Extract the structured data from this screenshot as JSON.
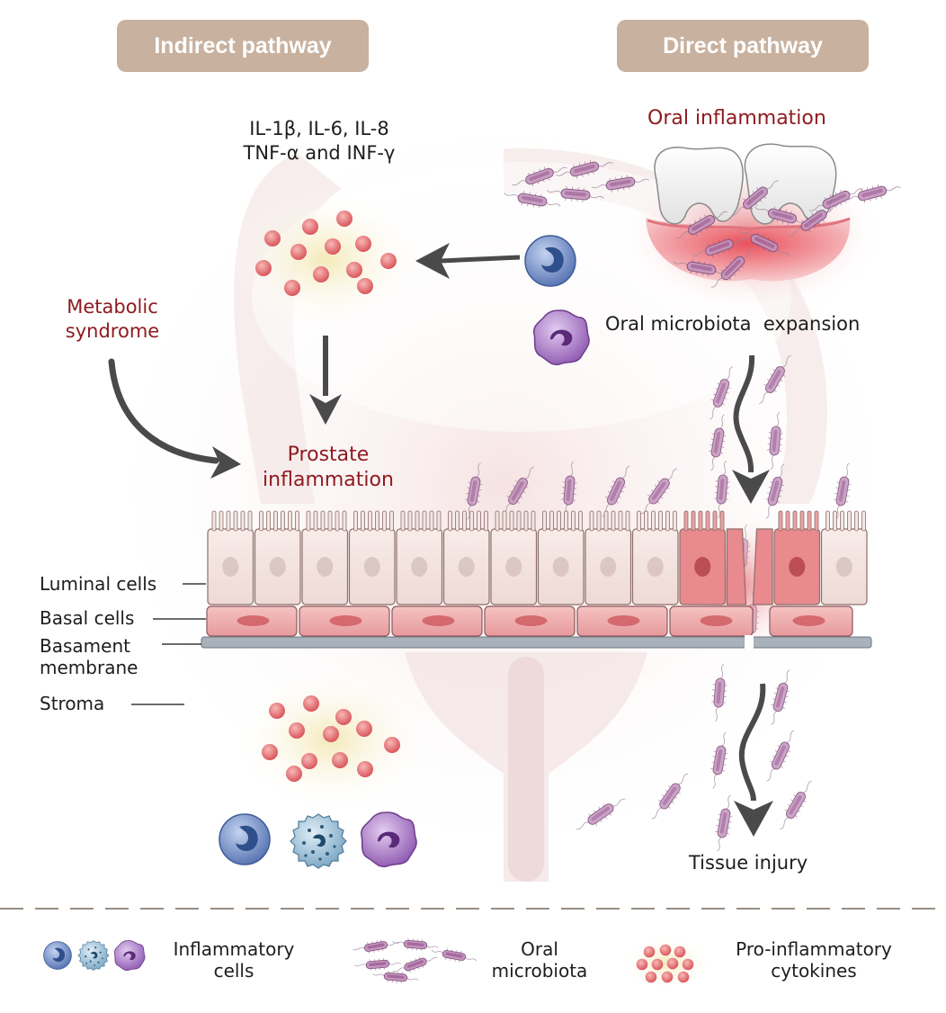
{
  "header": {
    "indirect_label": "Indirect pathway",
    "direct_label": "Direct pathway"
  },
  "indirect": {
    "cytokines_line1": "IL-1β, IL-6, IL-8",
    "cytokines_line2": "TNF-α and INF-γ",
    "metabolic_line1": "Metabolic",
    "metabolic_line2": "syndrome",
    "prostate_line1": "Prostate",
    "prostate_line2": "inflammation"
  },
  "direct": {
    "oral_inflammation": "Oral  inflammation",
    "microbiota_expansion": "Oral microbiota  expansion",
    "tissue_injury": "Tissue injury"
  },
  "tissue_labels": {
    "luminal": "Luminal cells",
    "basal": "Basal cells",
    "membrane_line1": "Basament",
    "membrane_line2": "membrane",
    "stroma": "Stroma"
  },
  "legend": {
    "inflammatory_line1": "Inflammatory",
    "inflammatory_line2": "cells",
    "microbiota_line1": "Oral",
    "microbiota_line2": "microbiota",
    "cytokines_line1": "Pro-inflammatory",
    "cytokines_line2": "cytokines"
  },
  "colors": {
    "label_red": "#8e1b20",
    "pill_bg": "#c8b19e",
    "arrow": "#4a4a4a",
    "bacteria": "#b57ba6",
    "cytokine": "#e36e72",
    "macrophage": "#a97cc4",
    "lymphocyte": "#6f8fc9",
    "mast_cell": "#9cc4dc"
  },
  "icons": [
    "lymphocyte-icon",
    "mast-cell-icon",
    "macrophage-icon",
    "bacterium-icon",
    "cytokine-icon",
    "tooth-icon"
  ]
}
